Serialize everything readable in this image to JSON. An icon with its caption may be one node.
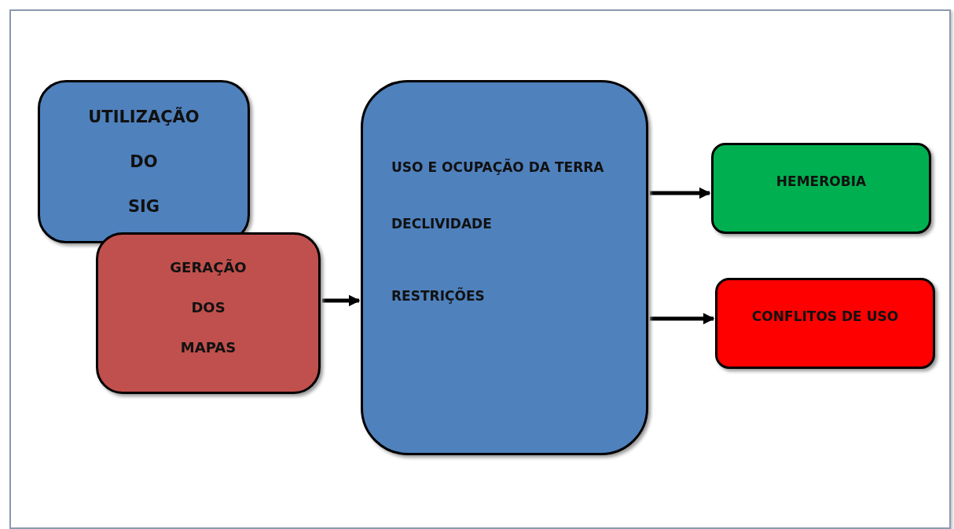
{
  "diagram": {
    "nodes": [
      {
        "text": [
          "UTILIZAÇÃO DO SIG"
        ]
      },
      {
        "text": [
          "GERAÇÃO DOS MAPAS"
        ]
      },
      {
        "text": [
          "USO E OCUPAÇÃO DA TERRA",
          "DECLIVIDADE",
          "RESTRIÇÕES"
        ]
      },
      {
        "text": [
          "HEMEROBIA"
        ]
      },
      {
        "text": [
          "CONFLITOS DE USO"
        ]
      }
    ],
    "edges": [
      {
        "from": 1,
        "to": 2,
        "arrow": "to"
      },
      {
        "from": 2,
        "to": 3,
        "arrow": "to"
      },
      {
        "from": 2,
        "to": 4,
        "arrow": "to"
      }
    ]
  }
}
